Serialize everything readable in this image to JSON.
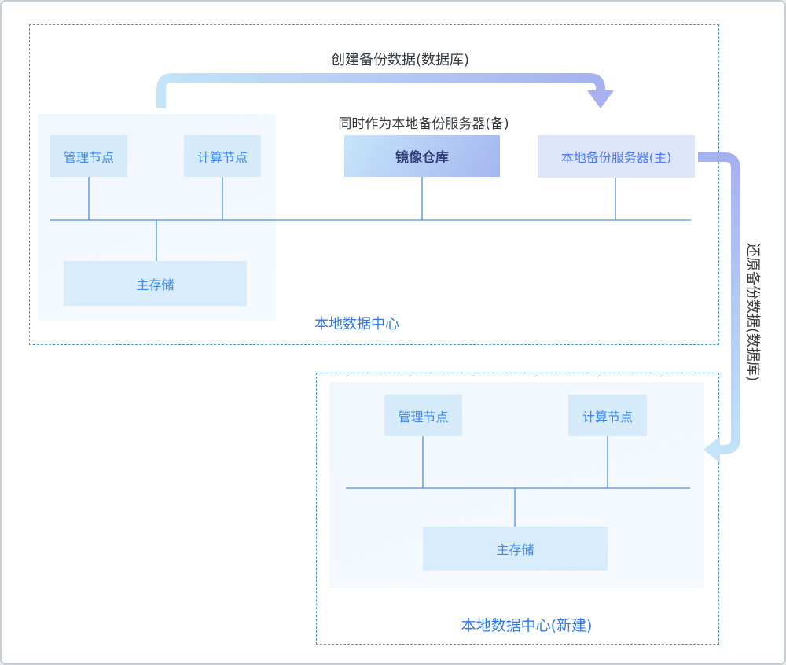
{
  "flow_labels": {
    "create_backup": "创建备份数据(数据库)",
    "also_local_backup_standby": "同时作为本地备份服务器(备)",
    "restore_backup": "还原备份数据(数据库)"
  },
  "dc_local": {
    "label": "本地数据中心",
    "nodes": {
      "mgmt": "管理节点",
      "compute": "计算节点",
      "mirror_repo": "镜像仓库",
      "backup_primary": "本地备份服务器(主)",
      "storage": "主存储"
    }
  },
  "dc_new": {
    "label": "本地数据中心(新建)",
    "nodes": {
      "mgmt": "管理节点",
      "compute": "计算节点",
      "storage": "主存储"
    }
  },
  "colors": {
    "node_bg": "#d6ebfa",
    "node_text": "#3d8bee",
    "mirror_gradient_start": "#c7e5f9",
    "mirror_gradient_end": "#a4b6f0",
    "mirror_text": "#2f3e77",
    "backup_bg": "#dee5fb",
    "backup_text": "#4a7af0",
    "panel_bg": "#f2f8fd",
    "dashed_border": "#4796e6",
    "bus_line": "#4a90e2",
    "arrow_light_blue": "#c3e4f9",
    "arrow_periwinkle": "#a5b0ef",
    "label_blue": "#3478e8",
    "dark_text": "#343a40"
  }
}
